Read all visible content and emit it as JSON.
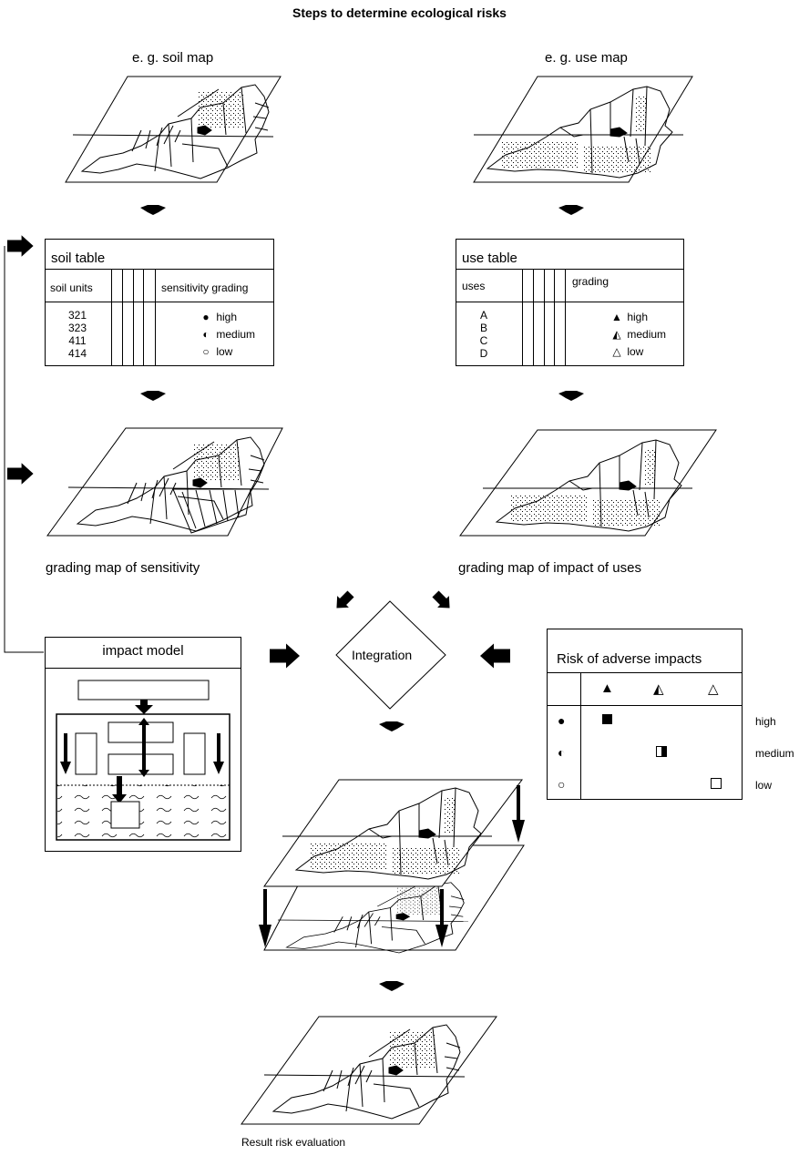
{
  "title": "Steps to determine ecological risks",
  "maps": {
    "soil_map_caption": "e. g. soil map",
    "use_map_caption": "e. g. use map",
    "sensitivity_map_caption": "grading map of sensitivity",
    "impact_map_caption": "grading map of impact of uses",
    "result_caption": "Result risk evaluation"
  },
  "soil_table": {
    "title": "soil table",
    "col1_header": "soil units",
    "col2_header": "sensitivity grading",
    "units": [
      "321",
      "323",
      "411",
      "414"
    ],
    "grading": [
      {
        "symbol": "filled-circle",
        "label": "high"
      },
      {
        "symbol": "half-circle",
        "label": "medium"
      },
      {
        "symbol": "empty-circle",
        "label": "low"
      }
    ]
  },
  "use_table": {
    "title": "use table",
    "col1_header": "uses",
    "col2_header": "grading",
    "uses": [
      "A",
      "B",
      "C",
      "D"
    ],
    "grading": [
      {
        "symbol": "filled-triangle",
        "label": "high"
      },
      {
        "symbol": "half-triangle",
        "label": "medium"
      },
      {
        "symbol": "empty-triangle",
        "label": "low"
      }
    ]
  },
  "impact_model": {
    "title": "impact model"
  },
  "integration": {
    "label": "Integration"
  },
  "risk_matrix": {
    "title": "Risk of adverse impacts",
    "column_symbols": [
      "filled-triangle",
      "half-triangle",
      "empty-triangle"
    ],
    "row_symbols": [
      "filled-circle",
      "half-circle",
      "empty-circle"
    ],
    "row_labels": [
      "high",
      "medium",
      "low"
    ],
    "cells": [
      {
        "row": 0,
        "col": 0,
        "symbol": "filled-square"
      },
      {
        "row": 1,
        "col": 1,
        "symbol": "half-square"
      },
      {
        "row": 2,
        "col": 2,
        "symbol": "empty-square"
      }
    ]
  }
}
